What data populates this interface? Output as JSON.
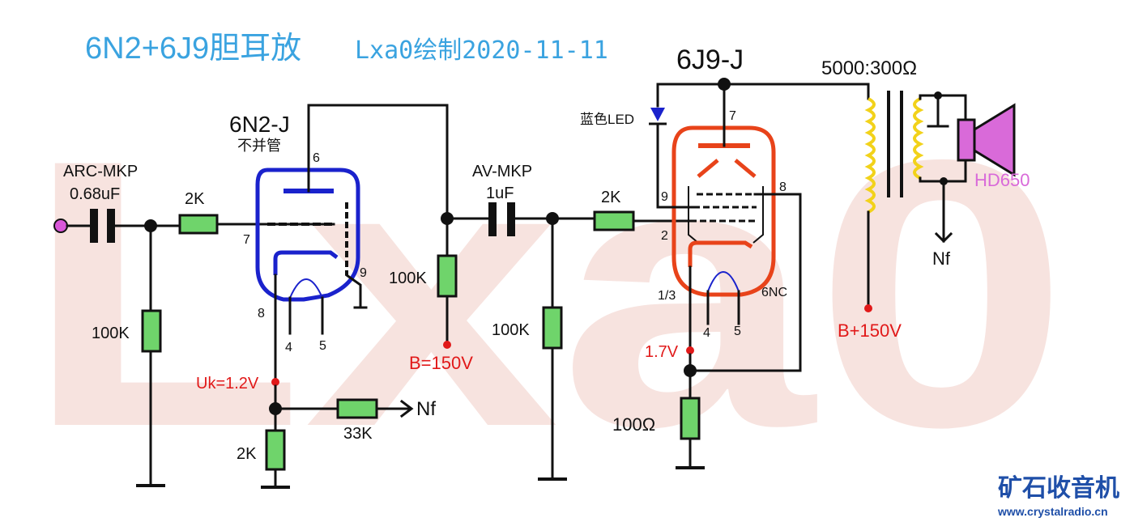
{
  "title": {
    "main": "6N2+6J9胆耳放",
    "author": "Lxa0绘制2020-11-11",
    "color": "#3aa3e0"
  },
  "watermark": {
    "text": "Lxa0",
    "color": "#f6e1dd"
  },
  "input_stage": {
    "coupling_cap_type": "ARC-MKP",
    "coupling_cap_value": "0.68uF",
    "grid_resistor": "2K",
    "grid_leak": "100K"
  },
  "tube1": {
    "name": "6N2-J",
    "note": "不并管",
    "color": "#1a22cc",
    "pins": {
      "plate": "6",
      "grid": "7",
      "cathode": "8",
      "heater_a": "4",
      "heater_b": "5",
      "shield": "9"
    },
    "cathode_voltage": "Uk=1.2V",
    "cathode_resistor": "2K",
    "feedback_resistor": "33K",
    "feedback_label": "Nf",
    "plate_resistor": "100K",
    "supply": "B=150V"
  },
  "interstage": {
    "coupling_cap_type": "AV-MKP",
    "coupling_cap_value": "1uF",
    "grid_resistor": "2K",
    "grid_leak": "100K"
  },
  "tube2": {
    "name": "6J9-J",
    "color": "#e8431a",
    "led_label": "蓝色LED",
    "led_color": "#1a22cc",
    "pins": {
      "plate": "7",
      "g2": "9",
      "g3": "8",
      "grid": "2",
      "cathode": "1/3",
      "heater_a": "4",
      "heater_b": "5",
      "nc": "6NC"
    },
    "cathode_voltage": "1.7V",
    "cathode_resistor": "100Ω"
  },
  "output": {
    "transformer_ratio": "5000:300Ω",
    "transformer_color": "#f2d21a",
    "supply": "B+150V",
    "feedback_label": "Nf",
    "speaker": "HD650",
    "speaker_color": "#d96ad9"
  },
  "logo": {
    "name": "矿石收音机",
    "url": "www.crystalradio.cn",
    "color": "#1f4fa8"
  }
}
